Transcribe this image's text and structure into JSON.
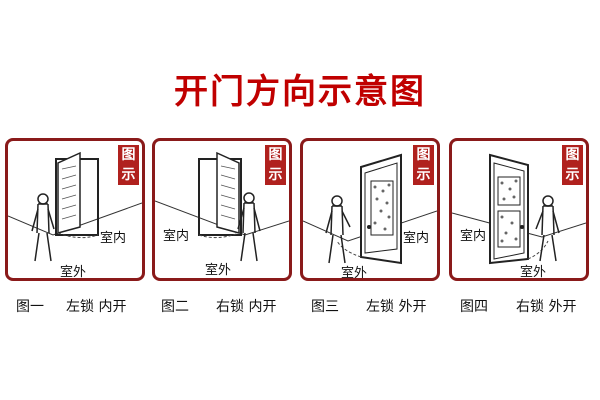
{
  "title": "开门方向示意图",
  "colors": {
    "title": "#c00000",
    "border": "#8a1a1a",
    "badge_bg": "#b0211e"
  },
  "badge": {
    "char1": "图",
    "char2": "示"
  },
  "panels": [
    {
      "fig": "图一",
      "desc": "左锁 内开",
      "indoor": "室内",
      "outdoor": "室外"
    },
    {
      "fig": "图二",
      "desc": "右锁 内开",
      "indoor": "室内",
      "outdoor": "室外"
    },
    {
      "fig": "图三",
      "desc": "左锁 外开",
      "indoor": "室内",
      "outdoor": "室外"
    },
    {
      "fig": "图四",
      "desc": "右锁 外开",
      "indoor": "室内",
      "outdoor": "室外"
    }
  ]
}
